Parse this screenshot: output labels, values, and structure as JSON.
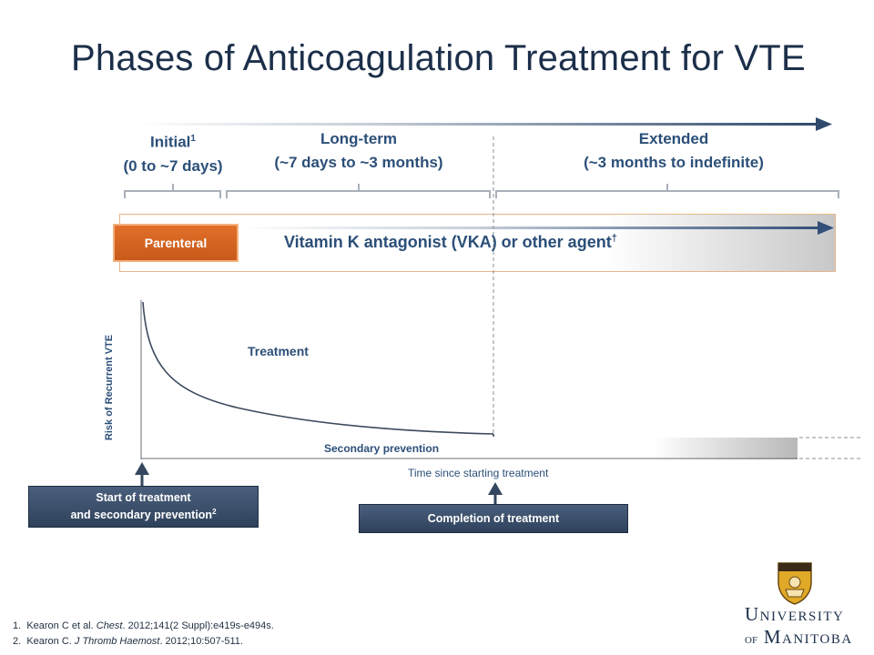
{
  "slide": {
    "title": "Phases of Anticoagulation Treatment for VTE"
  },
  "phases": [
    {
      "name": "Initial",
      "sup": "1",
      "range": "(0 to ~7 days)"
    },
    {
      "name": "Long-term",
      "sup": "",
      "range": "(~7 days to ~3 months)"
    },
    {
      "name": "Extended",
      "sup": "",
      "range": "(~3 months to indefinite)"
    }
  ],
  "therapy": {
    "parenteral_label": "Parenteral",
    "vka_label": "Vitamin K antagonist (VKA) or other agent",
    "vka_sup": "†"
  },
  "graph": {
    "ylabel": "Risk of Recurrent VTE",
    "xlabel": "Time since starting treatment",
    "treatment_label": "Treatment",
    "secondary_label": "Secondary prevention"
  },
  "callouts": {
    "start_line1": "Start of treatment",
    "start_line2": "and secondary prevention",
    "start_sup": "2",
    "completion": "Completion of treatment"
  },
  "references": [
    {
      "num": "1.",
      "pre": "Kearon C et al. ",
      "journal": "Chest",
      "post": ". 2012;141(2 Suppl):e419s-e494s."
    },
    {
      "num": "2.",
      "pre": "Kearon C. ",
      "journal": "J Thromb Haemost",
      "post": ". 2012;10:507-511."
    }
  ],
  "logo": {
    "univ_first": "U",
    "univ_rest": "NIVERSITY",
    "of": "OF",
    "man_first": "M",
    "man_rest": "ANITOBA"
  },
  "colors": {
    "title": "#1c2f4a",
    "accent_blue": "#2b4f78",
    "parenteral_orange": "#d2621f",
    "callout_navy": "#34475f"
  }
}
